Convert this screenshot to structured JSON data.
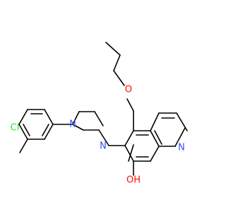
{
  "colors": {
    "bond": "#000000",
    "carbon": "#000000",
    "oxygen": "#ff0d0d",
    "nitrogen": "#3050f8",
    "chlorine": "#1ff01f"
  },
  "atoms": {
    "cl": "Cl",
    "n_piperazine_aryl": "N",
    "n_piperazine_alkyl": "N",
    "o_ether": "O",
    "n_quinoline": "N",
    "oh": "OH"
  }
}
